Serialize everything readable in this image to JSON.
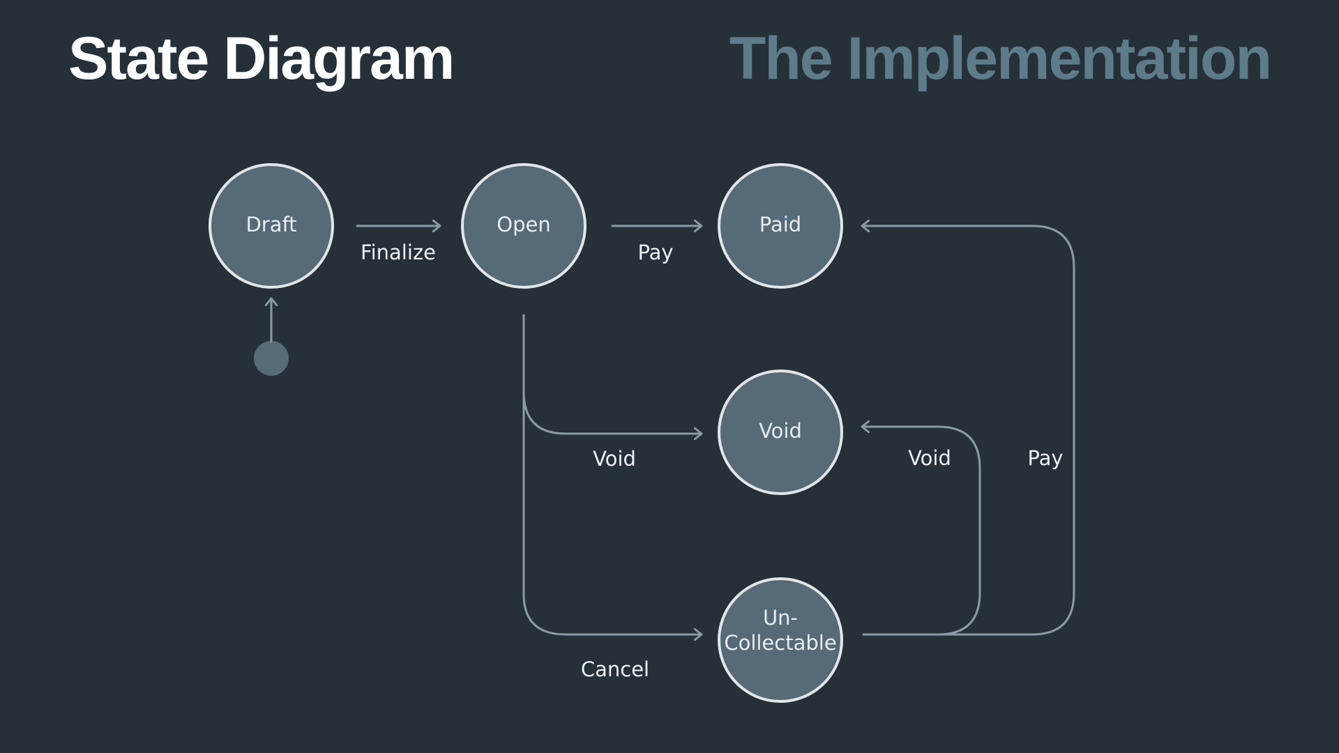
{
  "header": {
    "title": "State Diagram",
    "subtitle": "The Implementation"
  },
  "diagram": {
    "states": {
      "draft": "Draft",
      "open": "Open",
      "paid": "Paid",
      "void": "Void",
      "uncollectable_line1": "Un-",
      "uncollectable_line2": "Collectable"
    },
    "transitions": {
      "finalize": "Finalize",
      "open_pay": "Pay",
      "open_void": "Void",
      "open_cancel": "Cancel",
      "uncollectable_void": "Void",
      "uncollectable_pay": "Pay"
    }
  },
  "colors": {
    "background": "#263038",
    "state_fill": "#566a77",
    "state_border": "#e3e6e8",
    "arrow": "#8a9ba6",
    "title": "#ffffff",
    "subtitle": "#5e7b89"
  }
}
